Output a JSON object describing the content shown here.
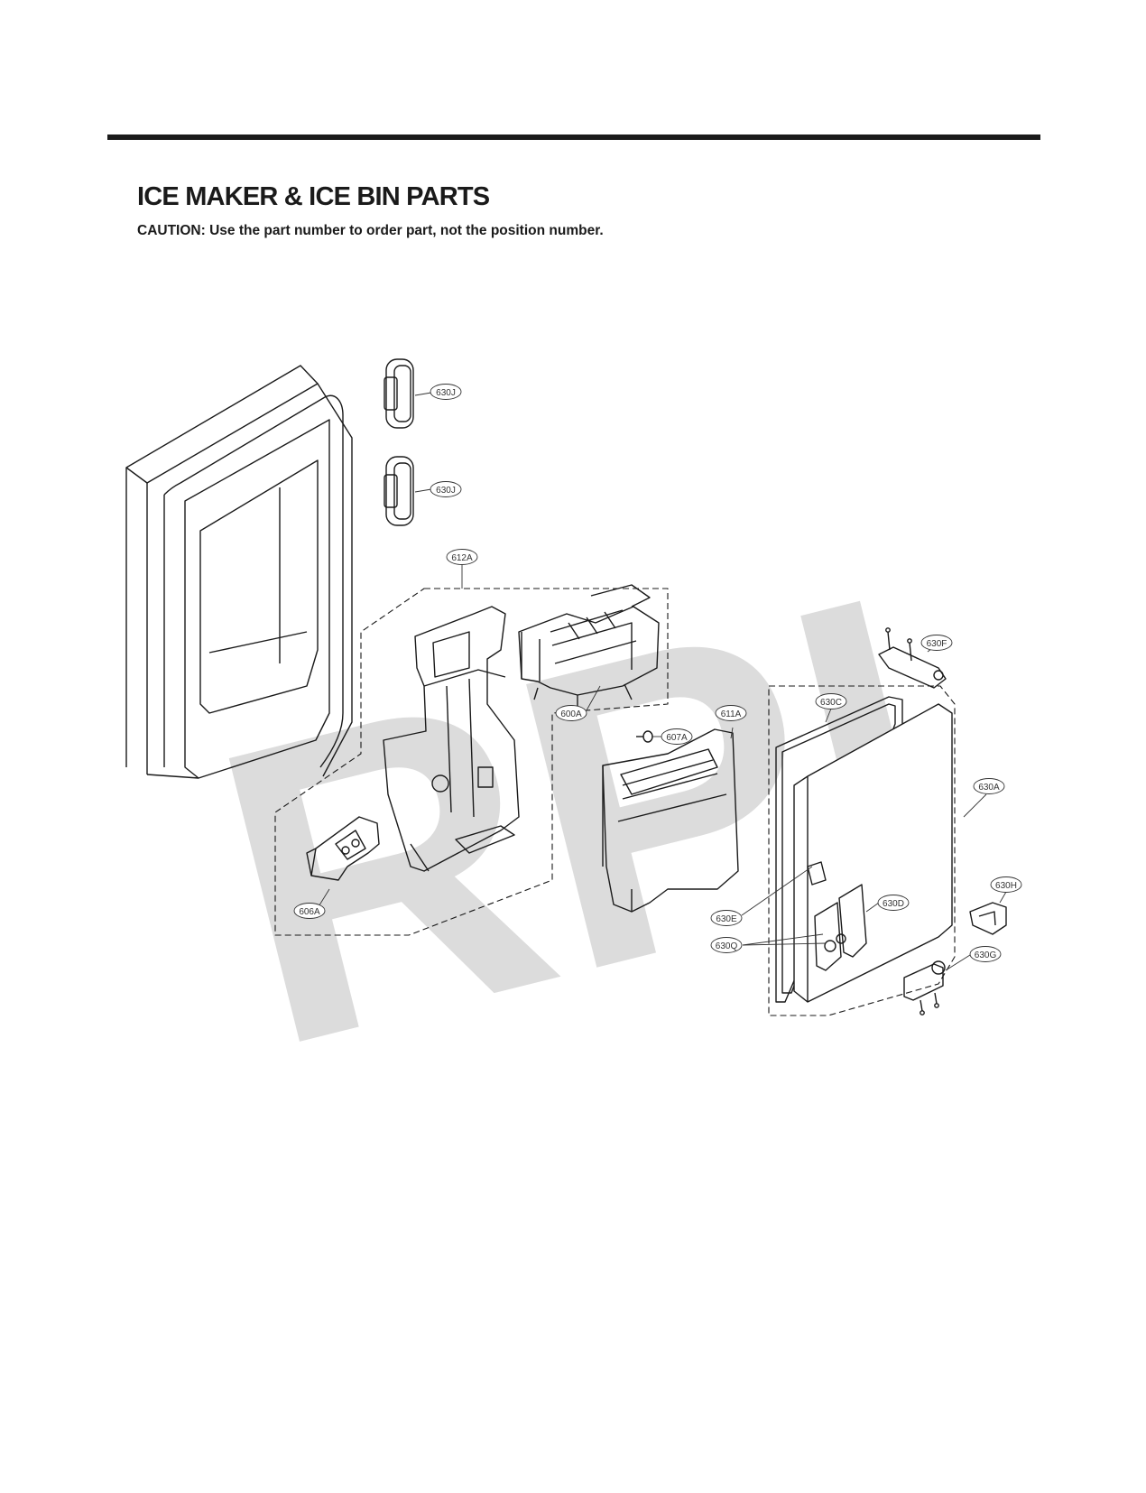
{
  "header": {
    "title": "ICE MAKER & ICE BIN PARTS",
    "caution": "CAUTION: Use the part number to order part, not the position number."
  },
  "watermark": "RPI",
  "callouts": [
    "630J",
    "630J",
    "612A",
    "600A",
    "607A",
    "611A",
    "630F",
    "630C",
    "630A",
    "630H",
    "630D",
    "630E",
    "630Q",
    "630G",
    "606A"
  ],
  "colors": {
    "line": "#1a1a1a",
    "watermark": "#dcdcdc"
  }
}
